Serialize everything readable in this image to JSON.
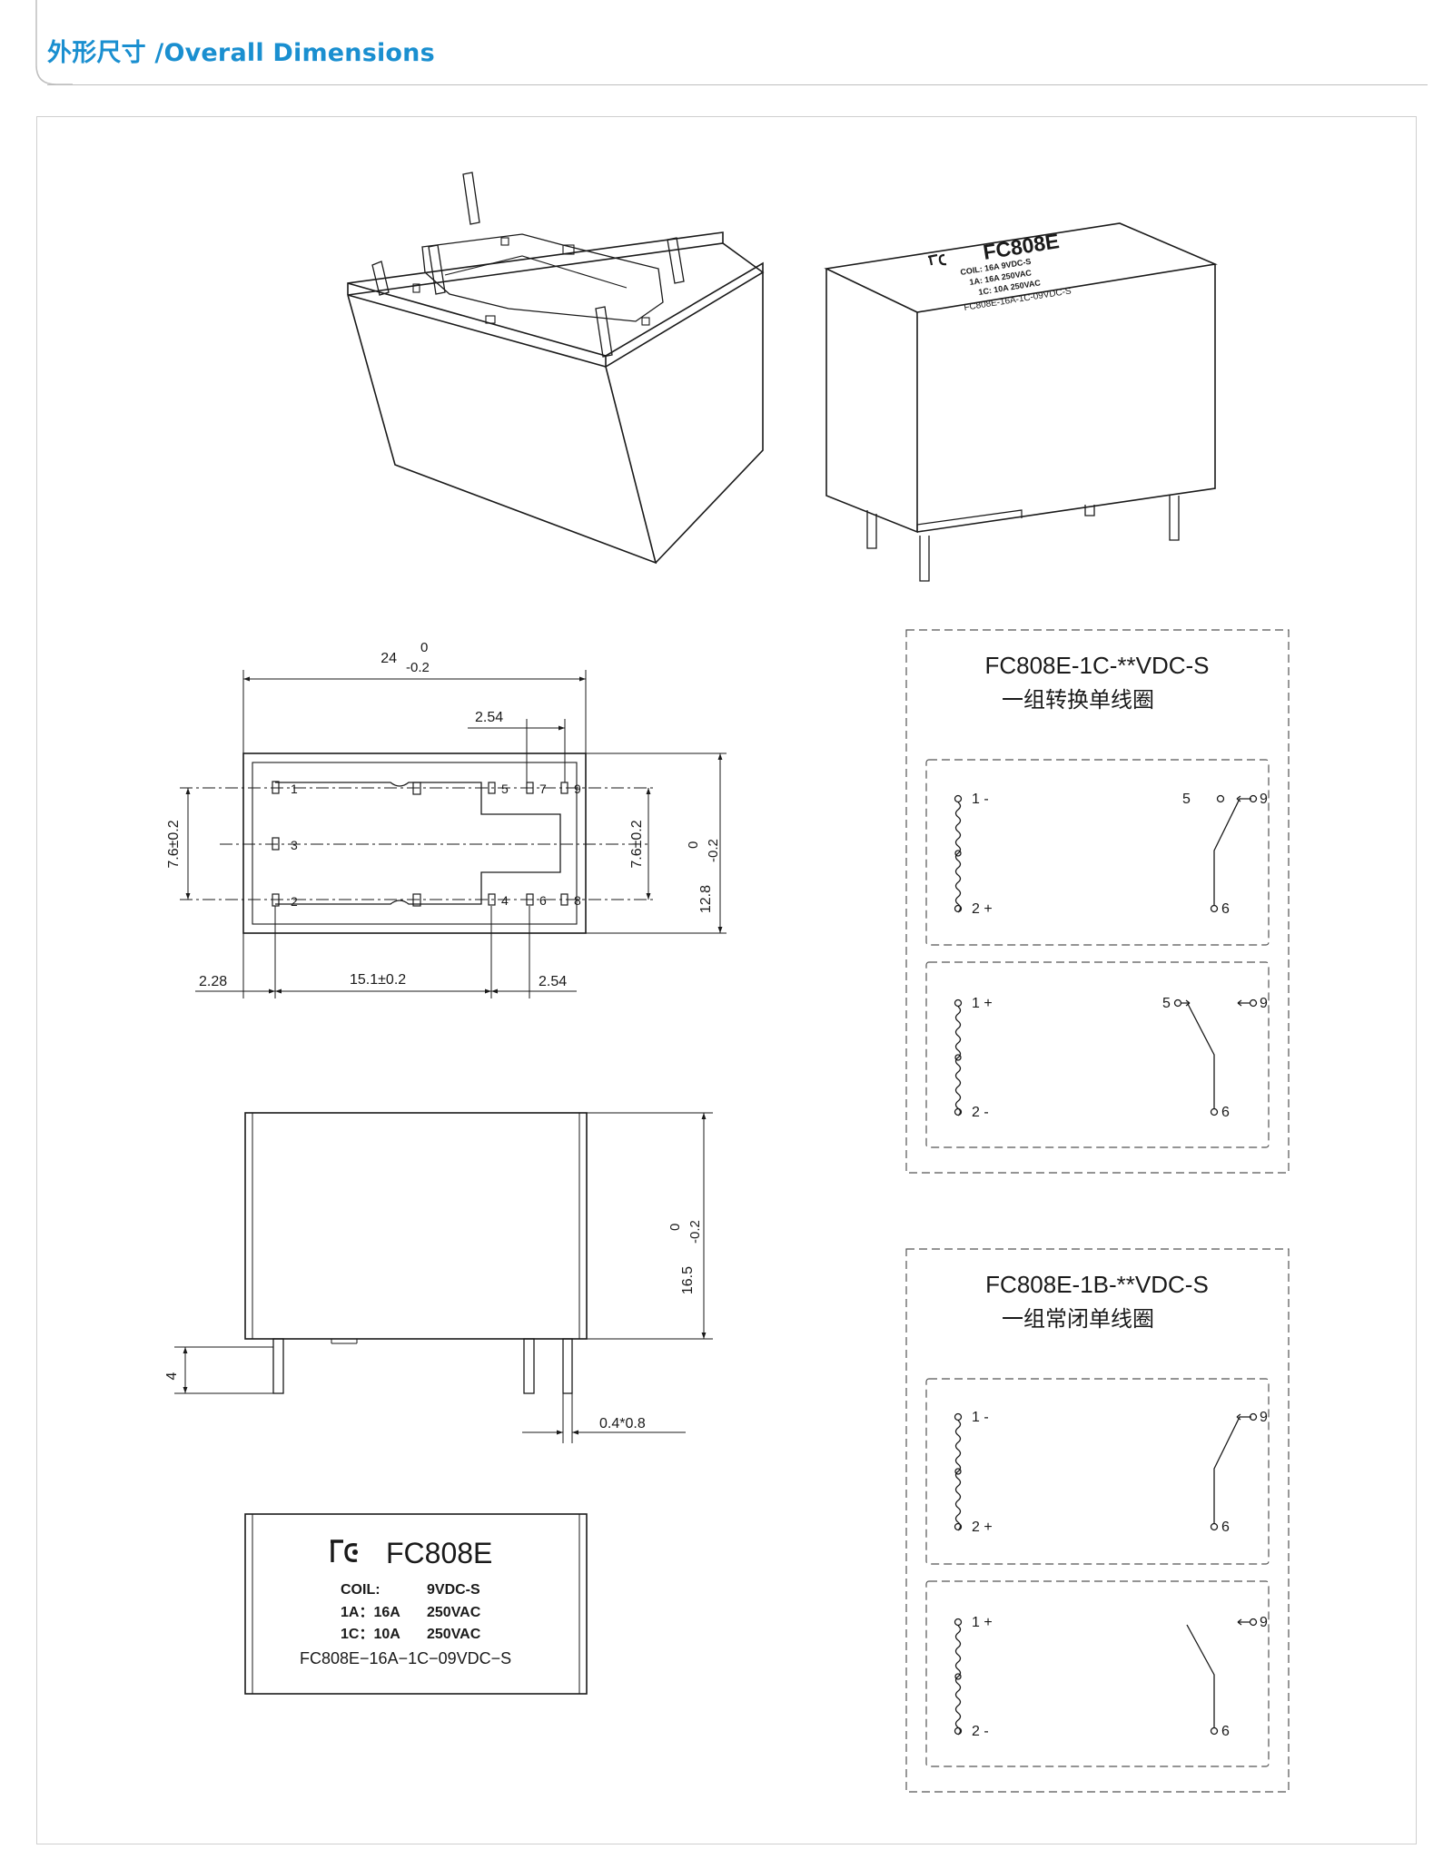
{
  "header": {
    "title": "外形尺寸 /Overall Dimensions",
    "accent_color": "#1a8fd0"
  },
  "iso_top_label": {
    "model": "FC808E",
    "coil_line": "COIL: 16A 9VDC-S",
    "line_1a": "1A: 16A 250VAC",
    "line_1c": "1C: 10A 250VAC",
    "part": "FC808E-16A-1C-09VDC-S"
  },
  "bottom_view": {
    "width_dim": "24",
    "width_tol_upper": "0",
    "width_tol_lower": "-0.2",
    "pitch_top": "2.54",
    "pin_labels": [
      "1",
      "3",
      "2",
      "5",
      "7",
      "9",
      "4",
      "6",
      "8"
    ],
    "left_height": "7.6±0.2",
    "right_height": "7.6±0.2",
    "depth_dim": "12.8",
    "depth_tol_upper": "0",
    "depth_tol_lower": "-0.2",
    "dim_left_offset": "2.28",
    "dim_pin_span": "15.1±0.2",
    "dim_right_pitch": "2.54"
  },
  "side_view": {
    "height_dim": "16.5",
    "height_tol_upper": "0",
    "height_tol_lower": "-0.2",
    "pin_length": "4",
    "pin_size": "0.4*0.8"
  },
  "label_view": {
    "model": "FC808E",
    "coil_label": "COIL:",
    "coil_value": "9VDC-S",
    "a_label": "1A：16A",
    "a_value": "250VAC",
    "c_label": "1C：10A",
    "c_value": "250VAC",
    "part": "FC808E−16A−1C−09VDC−S"
  },
  "schematic_1c": {
    "title": "FC808E-1C-**VDC-S",
    "subtitle": "一组转换单线圈",
    "upper": {
      "coil_top": "1 -",
      "coil_bottom": "2 +",
      "nc": "5",
      "com": "9",
      "no": "6"
    },
    "lower": {
      "coil_top": "1 +",
      "coil_bottom": "2 -",
      "nc": "5",
      "com": "9",
      "no": "6"
    }
  },
  "schematic_1b": {
    "title": "FC808E-1B-**VDC-S",
    "subtitle": "一组常闭单线圈",
    "upper": {
      "coil_top": "1 -",
      "coil_bottom": "2 +",
      "com": "9",
      "no": "6"
    },
    "lower": {
      "coil_top": "1 +",
      "coil_bottom": "2 -",
      "com": "9",
      "no": "6"
    }
  }
}
